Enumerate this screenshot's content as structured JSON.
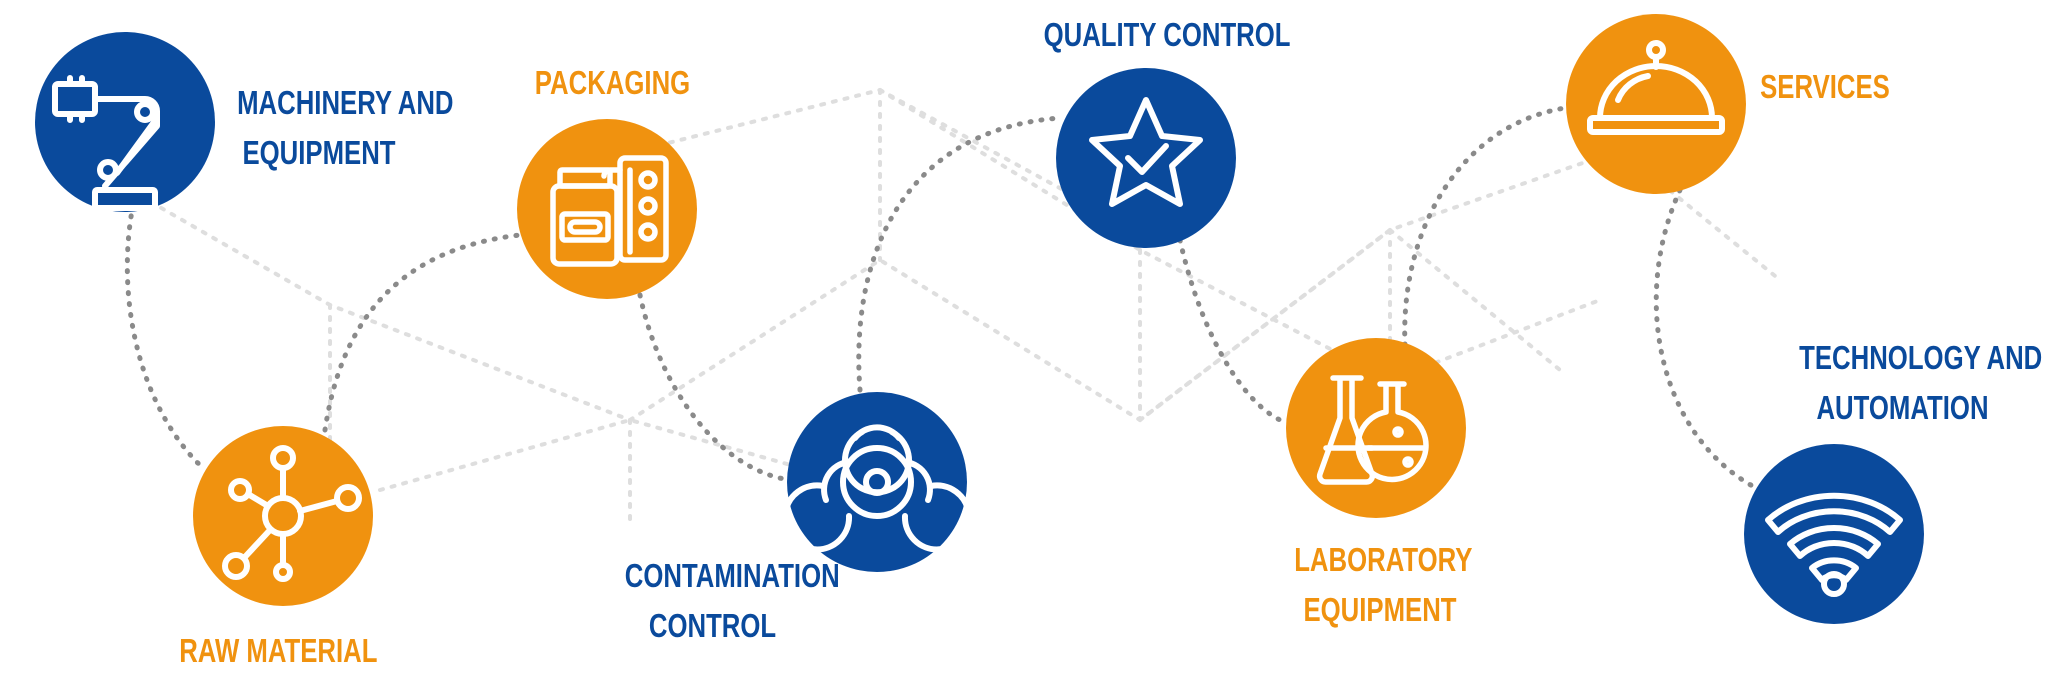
{
  "colors": {
    "blue": "#0a4a9c",
    "orange": "#f0920f",
    "connector": "#8a8a8a",
    "grid": "#dcdcdc"
  },
  "nodes": {
    "machinery": {
      "label_line1": "MACHINERY AND",
      "label_line2": "EQUIPMENT",
      "icon": "robot-arm-icon",
      "color": "blue"
    },
    "raw_material": {
      "label": "RAW MATERIAL",
      "icon": "molecule-icon",
      "color": "orange"
    },
    "packaging": {
      "label": "PACKAGING",
      "icon": "pill-jar-blister-icon",
      "color": "orange"
    },
    "contamination": {
      "label_line1": "CONTAMINATION",
      "label_line2": "CONTROL",
      "icon": "biohazard-icon",
      "color": "blue"
    },
    "quality": {
      "label": "QUALITY CONTROL",
      "icon": "star-check-icon",
      "color": "blue"
    },
    "laboratory": {
      "label_line1": "LABORATORY",
      "label_line2": "EQUIPMENT",
      "icon": "flasks-icon",
      "color": "orange"
    },
    "services": {
      "label": "SERVICES",
      "icon": "cloche-icon",
      "color": "orange"
    },
    "technology": {
      "label_line1": "TECHNOLOGY AND",
      "label_line2": "AUTOMATION",
      "icon": "wifi-icon",
      "color": "blue"
    }
  }
}
